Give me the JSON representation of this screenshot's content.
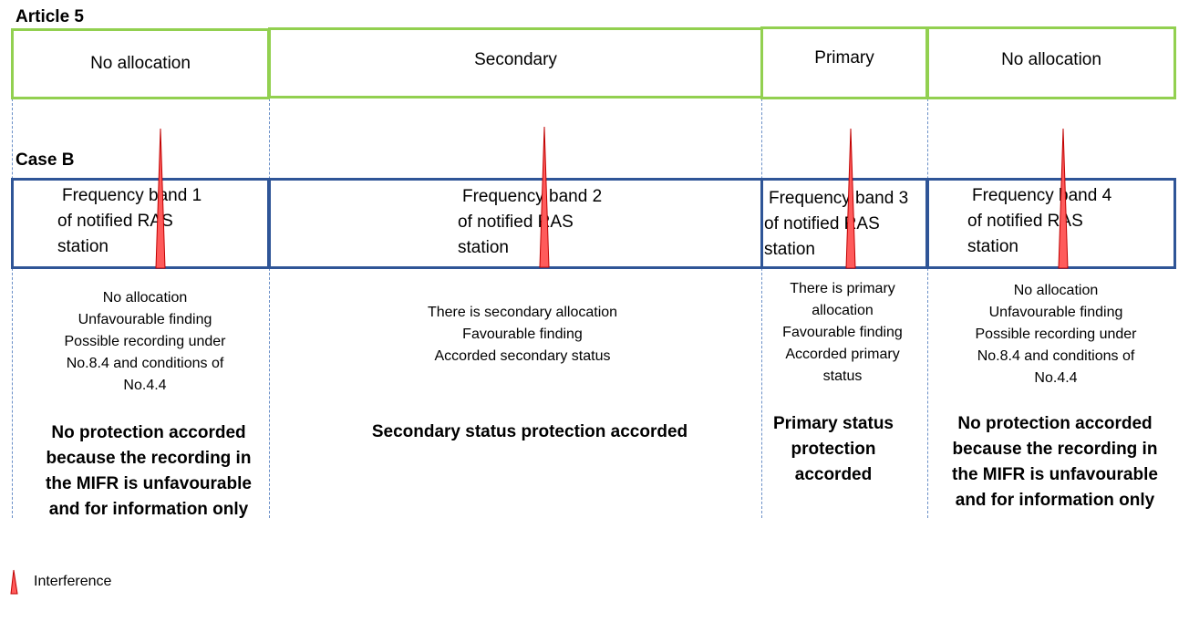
{
  "article_title": "Article 5",
  "case_title": "Case B",
  "allocations": [
    {
      "label": "No allocation"
    },
    {
      "label": "Secondary"
    },
    {
      "label": "Primary"
    },
    {
      "label": "No allocation"
    }
  ],
  "bands": [
    {
      "label_line1": "Frequency band 1",
      "label_line2": "of notified RAS",
      "label_line3": "station",
      "notes": [
        "No allocation",
        "Unfavourable finding",
        "Possible recording under",
        "No.8.4 and conditions of",
        "No.4.4"
      ],
      "protection": "No protection accorded because the recording in the MIFR is unfavourable and for information only"
    },
    {
      "label_line1": "Frequency band 2",
      "label_line2": "of notified RAS",
      "label_line3": "station",
      "notes": [
        "There is secondary allocation",
        "Favourable finding",
        "Accorded secondary status"
      ],
      "protection": "Secondary status protection accorded"
    },
    {
      "label_line1": "Frequency band 3",
      "label_line2": "of notified RAS",
      "label_line3": "station",
      "notes": [
        "There is primary",
        "allocation",
        "Favourable finding",
        "Accorded primary",
        "status"
      ],
      "protection": "Primary status protection accorded"
    },
    {
      "label_line1": "Frequency band 4",
      "label_line2": "of notified RAS",
      "label_line3": "station",
      "notes": [
        "No allocation",
        "Unfavourable finding",
        "Possible recording under",
        "No.8.4 and conditions of",
        "No.4.4"
      ],
      "protection": "No protection accorded because the recording in the MIFR is unfavourable and for information only"
    }
  ],
  "legend": {
    "label": "Interference",
    "icon": "interference-spike-icon"
  },
  "colors": {
    "allocation_border": "#92d050",
    "band_border": "#2f5597",
    "interference_fill": "#ff5b5b",
    "interference_stroke": "#c00000"
  }
}
